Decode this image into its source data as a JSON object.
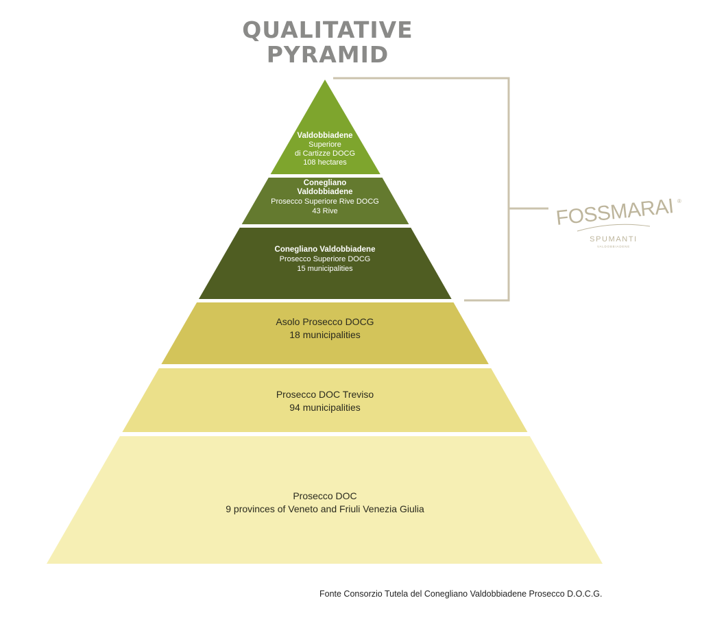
{
  "title": {
    "line1": "QUALITATIVE",
    "line2": "PYRAMID"
  },
  "tiers": [
    {
      "id": "cartizze",
      "fill": "#7ea52d",
      "text_color": "#ffffff",
      "lines": [
        {
          "text": "Valdobbiadene",
          "bold": true
        },
        {
          "text": "Superiore",
          "bold": false
        },
        {
          "text": "di Cartizze DOCG",
          "bold": false
        },
        {
          "text": "108 hectares",
          "bold": false
        }
      ]
    },
    {
      "id": "rive",
      "fill": "#647a2f",
      "text_color": "#ffffff",
      "lines": [
        {
          "text": "Conegliano",
          "bold": true
        },
        {
          "text": "Valdobbiadene",
          "bold": true
        },
        {
          "text": "Prosecco Superiore Rive DOCG",
          "bold": false
        },
        {
          "text": "43 Rive",
          "bold": false
        }
      ]
    },
    {
      "id": "superiore",
      "fill": "#4f5d22",
      "text_color": "#ffffff",
      "lines": [
        {
          "text": "Conegliano Valdobbiadene",
          "bold": true
        },
        {
          "text": "Prosecco Superiore DOCG",
          "bold": false
        },
        {
          "text": "15 municipalities",
          "bold": false
        }
      ]
    },
    {
      "id": "asolo",
      "fill": "#d3c45a",
      "text_color": "#2a2a1e",
      "lines": [
        {
          "text": "Asolo Prosecco DOCG",
          "bold": false
        },
        {
          "text": "18 municipalities",
          "bold": false
        }
      ]
    },
    {
      "id": "treviso",
      "fill": "#ebe08a",
      "text_color": "#2a2a1e",
      "lines": [
        {
          "text": "Prosecco DOC  Treviso",
          "bold": false
        },
        {
          "text": "94 municipalities",
          "bold": false
        }
      ]
    },
    {
      "id": "doc",
      "fill": "#f6efb4",
      "text_color": "#2a2a1e",
      "lines": [
        {
          "text": "Prosecco DOC",
          "bold": false
        },
        {
          "text": "9 provinces of Veneto and Friuli Venezia Giulia",
          "bold": false
        }
      ]
    }
  ],
  "bracket_color": "#cbc3ad",
  "logo": {
    "name": "FOSSMARAI",
    "sub": "SPUMANTI",
    "place": "VALDOBBIADENE",
    "mark": "®",
    "color": "#bdb59c"
  },
  "source": "Fonte Consorzio Tutela del Conegliano Valdobbiadene Prosecco D.O.C.G."
}
